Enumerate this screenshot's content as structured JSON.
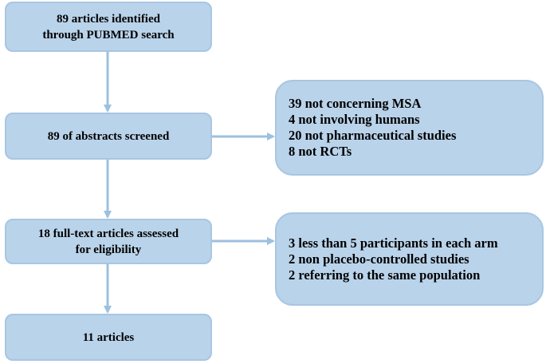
{
  "flowchart": {
    "box_identified": [
      "89 articles identified",
      "through PUBMED search"
    ],
    "box_screened": [
      "89 of abstracts screened"
    ],
    "box_fulltext": [
      "18 full-text articles assessed",
      "for eligibility"
    ],
    "box_included": [
      "11 articles"
    ],
    "excluded_abstracts": [
      "39 not concerning MSA",
      "4 not involving humans",
      "20 not pharmaceutical studies",
      "8 not RCTs"
    ],
    "excluded_fulltext": [
      "3 less than 5 participants in each arm",
      "2 non placebo-controlled studies",
      "2 referring to the same population"
    ]
  },
  "colors": {
    "box_fill": "#b9d3ea",
    "box_border": "#a8c6e2",
    "arrow": "#9dc0df"
  }
}
